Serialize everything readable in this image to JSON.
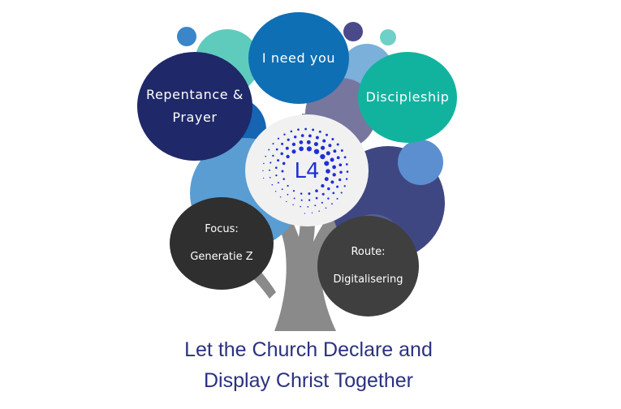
{
  "bubbles": {
    "repentance": {
      "line1": "Repentance &",
      "line2": "Prayer"
    },
    "i_need_you": "I need you",
    "discipleship": "Discipleship",
    "focus": {
      "title": "Focus:",
      "value": "Generatie Z"
    },
    "route": {
      "title": "Route:",
      "value": "Digitalisering"
    }
  },
  "logo": {
    "text": "L4"
  },
  "tagline": {
    "line1": "Let the Church Declare and",
    "line2": "Display Christ Together"
  },
  "colors": {
    "navy": "#1f2868",
    "blue": "#0f6fb5",
    "teal": "#12b39e",
    "dark_gray": "#2f2f2f",
    "trunk_gray": "#8a8a8a",
    "logo_blue": "#1f2fd6",
    "tagline": "#2b3180"
  }
}
